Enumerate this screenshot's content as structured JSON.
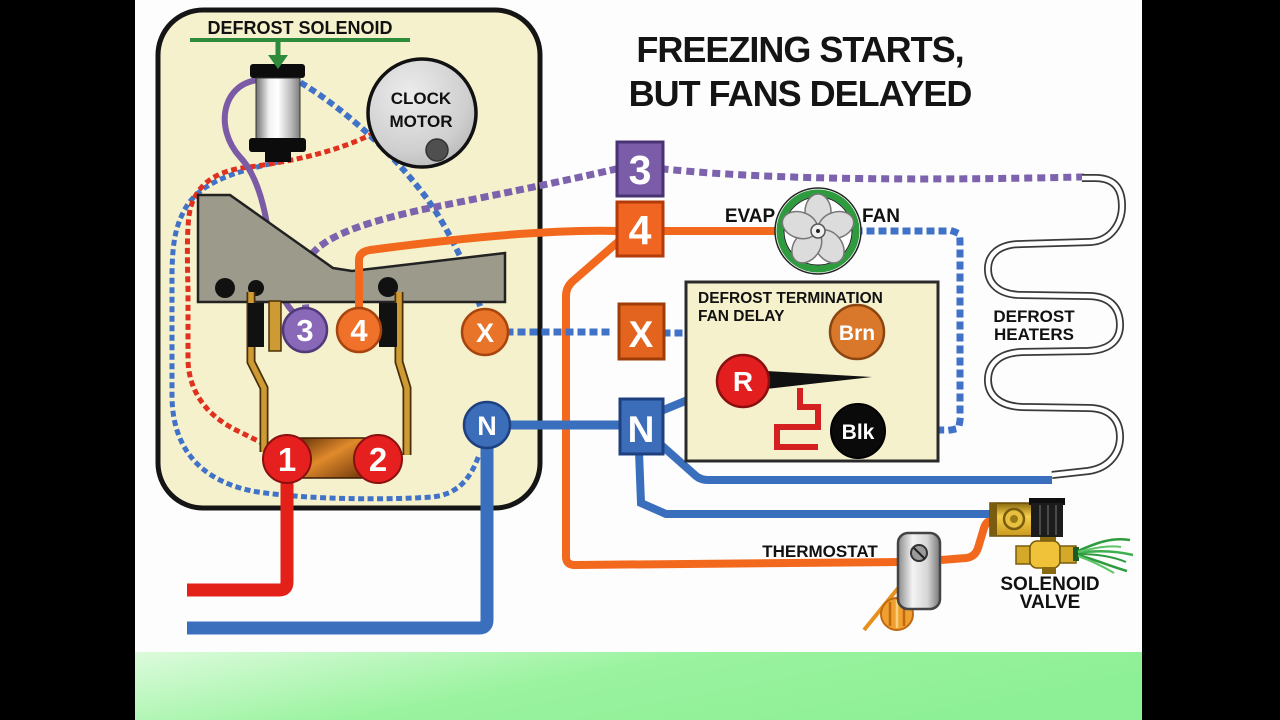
{
  "title": {
    "line1": "FREEZING STARTS,",
    "line2": "BUT FANS DELAYED"
  },
  "timer_box": {
    "label": "DEFROST SOLENOID",
    "clock_motor": {
      "line1": "CLOCK",
      "line2": "MOTOR"
    },
    "terminals": {
      "t3": "3",
      "t4": "4",
      "tx": "X",
      "tn": "N",
      "t1": "1",
      "t2": "2"
    }
  },
  "bus_terminals": {
    "s3": "3",
    "s4": "4",
    "sx": "X",
    "sn": "N"
  },
  "evap_fan": {
    "left_label": "EVAP",
    "right_label": "FAN"
  },
  "fan_delay_box": {
    "title_line1": "DEFROST TERMINATION",
    "title_line2": "FAN DELAY",
    "brn": "Brn",
    "r": "R",
    "blk": "Blk"
  },
  "defrost_heaters": {
    "line1": "DEFROST",
    "line2": "HEATERS"
  },
  "thermostat": {
    "label": "THERMOSTAT"
  },
  "solenoid_valve": {
    "line1": "SOLENOID",
    "line2": "VALVE"
  },
  "colors": {
    "wire_red": "#E32119",
    "wire_blue": "#3A6FBE",
    "wire_orange": "#F2691D",
    "wire_purple": "#7B5AA6",
    "dotted_blue": "#4072C8",
    "dotted_red": "#E0301E",
    "dotted_purple": "#7D62AD",
    "green_accent": "#2E9B3E",
    "panel_fill": "#F6F1CD",
    "terminal_purple": "#7A5CA8",
    "terminal_orange": "#F06522",
    "terminal_orange_x": "#E2641F",
    "terminal_blue": "#3B6DB8",
    "terminal_red": "#E61F1F",
    "brn_circle": "#D9782A",
    "blk_circle": "#0A0A0A",
    "r_circle": "#E31E1E",
    "cam_gray": "#9C9B8B"
  }
}
